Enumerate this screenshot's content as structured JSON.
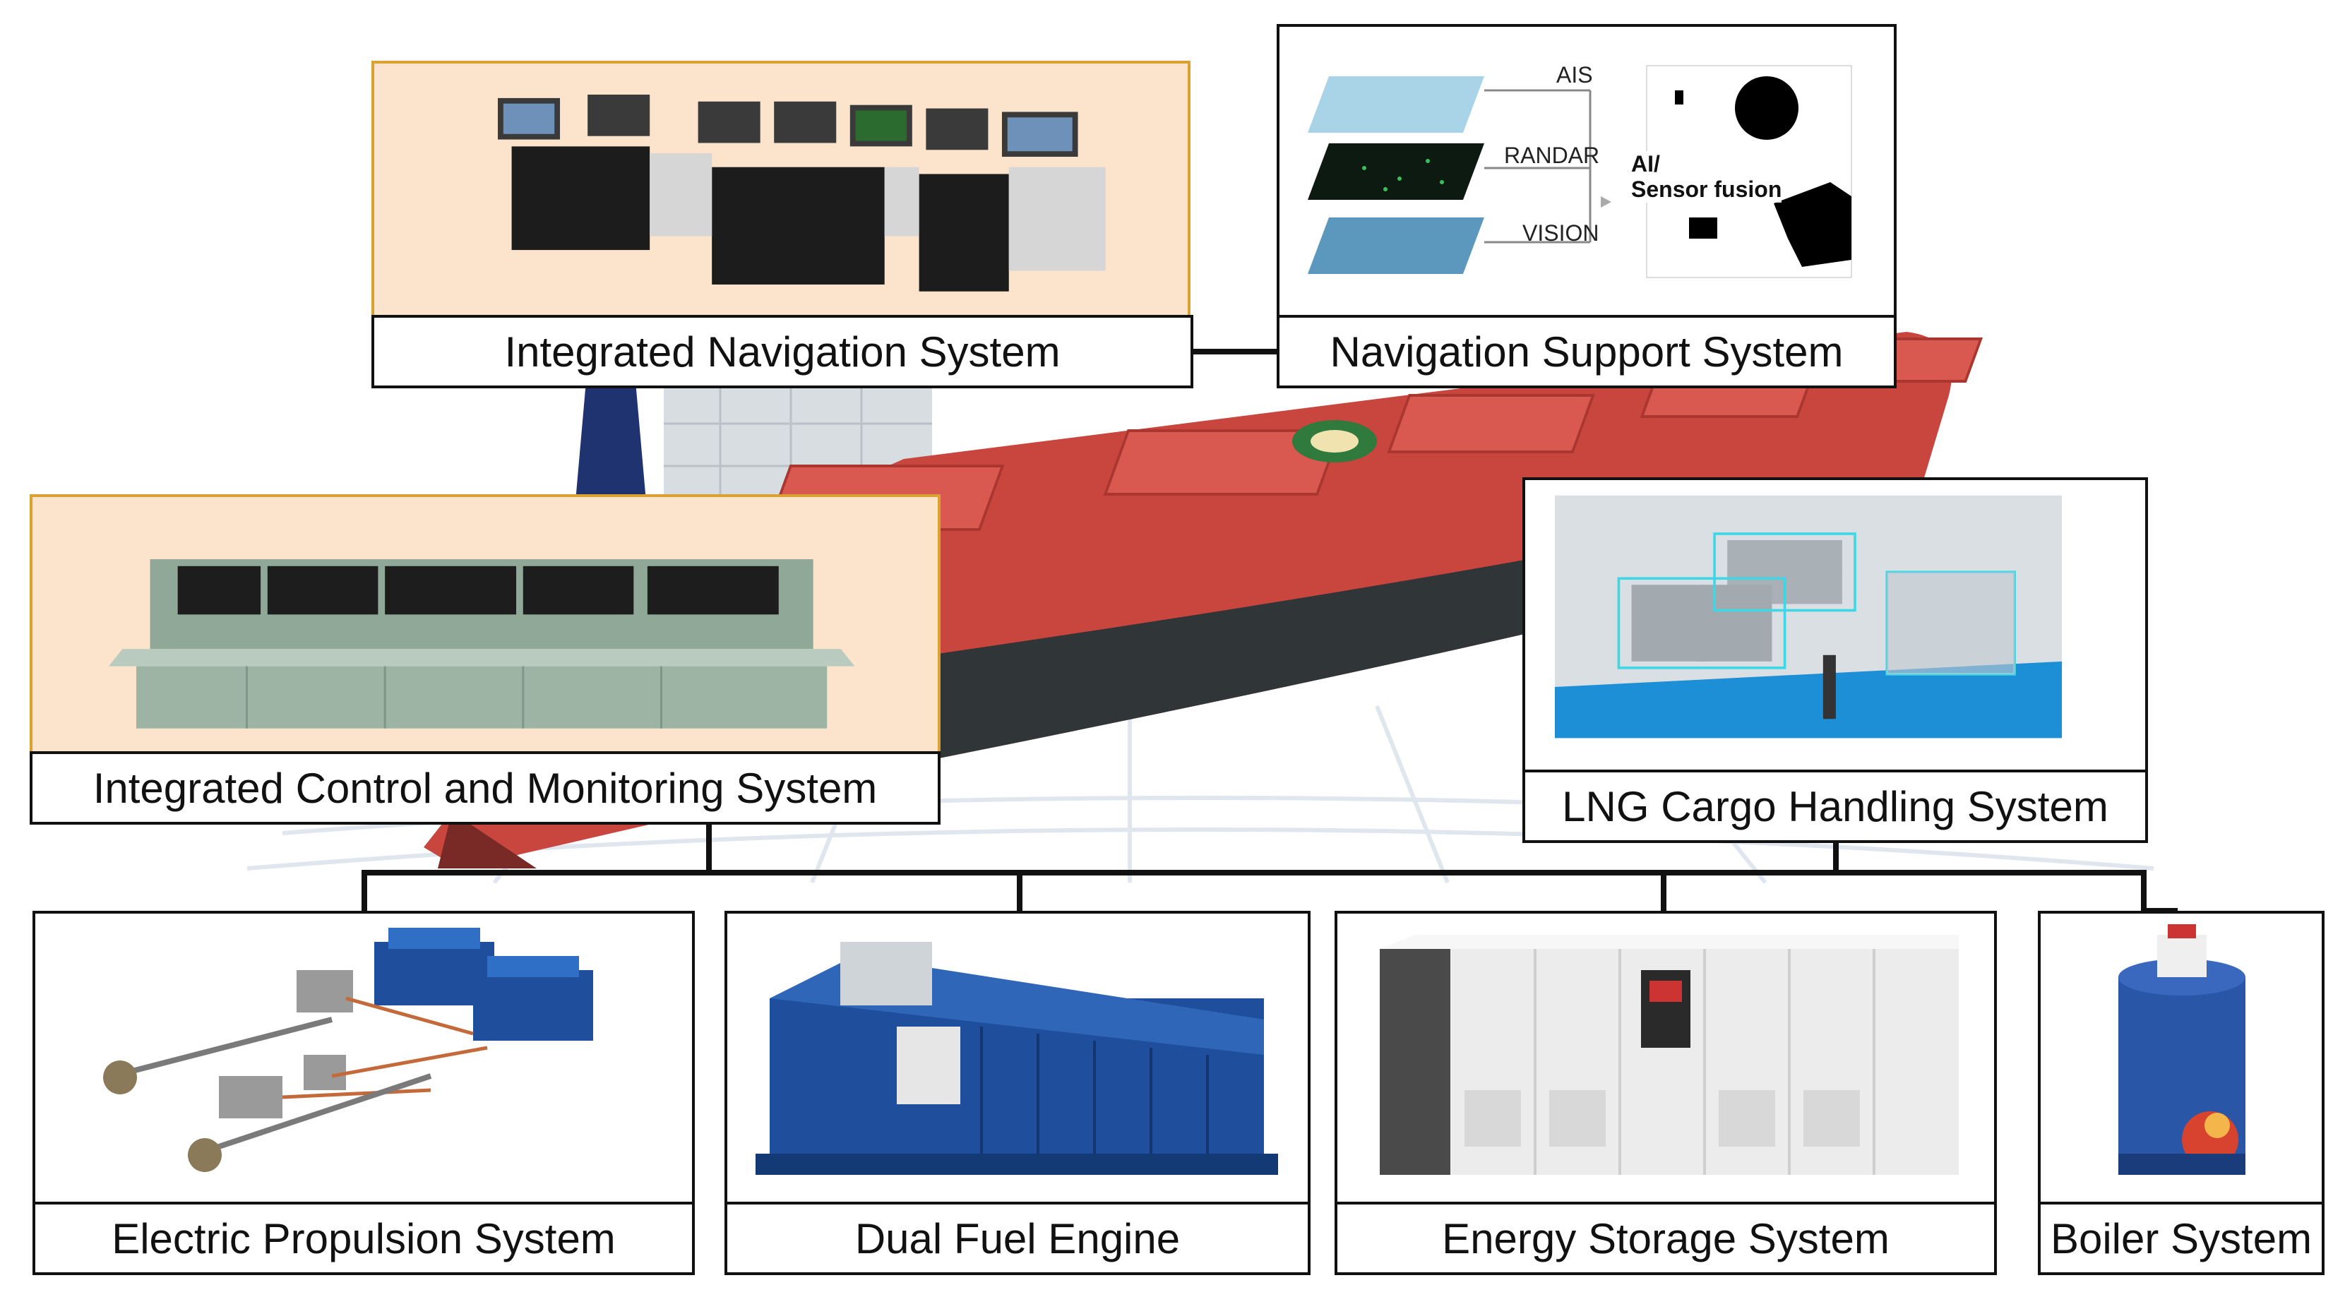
{
  "systems": {
    "integrated_navigation": {
      "label": "Integrated Navigation System"
    },
    "navigation_support": {
      "label": "Navigation Support System",
      "layers": [
        "AIS",
        "RANDAR",
        "VISION"
      ],
      "fusion_label_1": "AI/",
      "fusion_label_2": "Sensor fusion"
    },
    "integrated_control": {
      "label": "Integrated Control and Monitoring System"
    },
    "lng_cargo": {
      "label": "LNG Cargo Handling System"
    },
    "electric_propulsion": {
      "label": "Electric Propulsion System"
    },
    "dual_fuel": {
      "label": "Dual Fuel Engine"
    },
    "energy_storage": {
      "label": "Energy Storage System"
    },
    "boiler": {
      "label": "Boiler System"
    }
  },
  "colors": {
    "highlight_bg": "#fce3cc",
    "highlight_border": "#d9a233",
    "hull_red": "#c9463f",
    "engine_blue": "#1f4f9c",
    "frame": "#111111"
  }
}
